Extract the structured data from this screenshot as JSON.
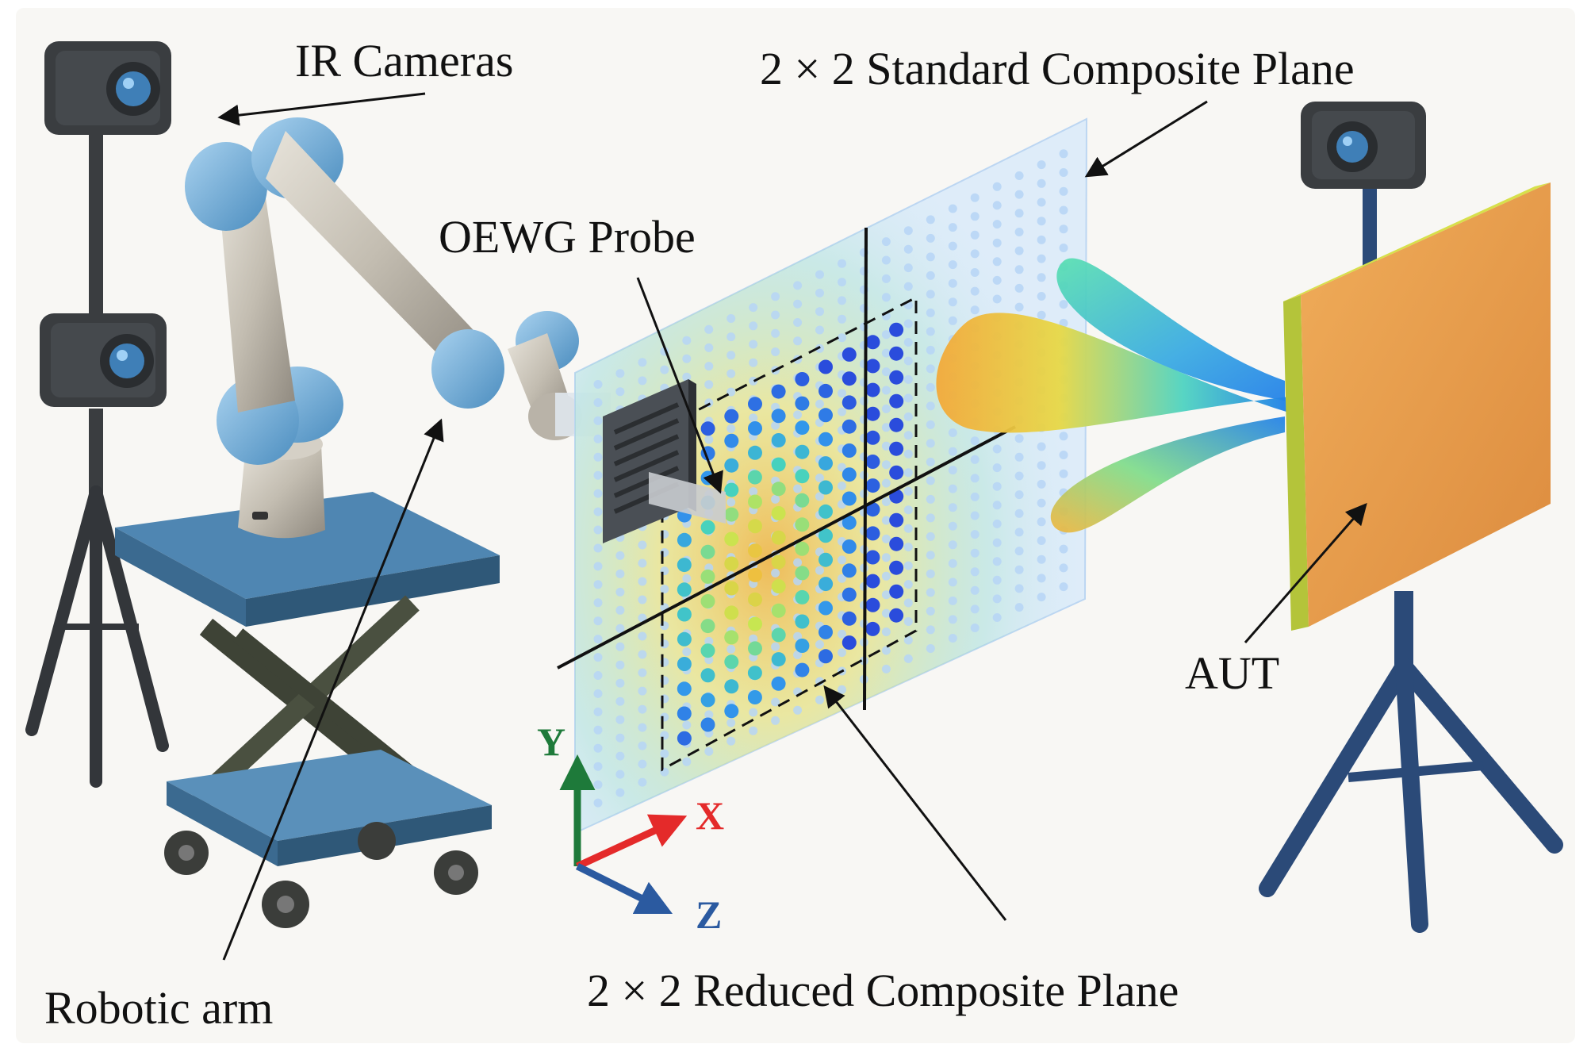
{
  "labels": {
    "ir_cameras": "IR Cameras",
    "standard_plane": "2 × 2 Standard Composite Plane",
    "oewg_probe": "OEWG Probe",
    "robotic_arm": "Robotic arm",
    "reduced_plane": "2 × 2 Reduced Composite Plane",
    "aut": "AUT"
  },
  "axes": {
    "x": "X",
    "y": "Y",
    "z": "Z"
  },
  "colors": {
    "background": "#f8f7f4",
    "plane_fill": "#d6e8fb",
    "plane_dot": "#b9d7f7",
    "aut_front": "#e9a24f",
    "aut_side": "#b4c43a",
    "stand": "#2b4a78",
    "lift_platform": "#4f86b2",
    "robot_joint": "#6ea7d2",
    "robot_link": "#c8c3b8",
    "camera_body": "#3a3d40",
    "axis_x": "#e42a2a",
    "axis_y": "#1e7a3a",
    "axis_z": "#2b5aa0"
  }
}
